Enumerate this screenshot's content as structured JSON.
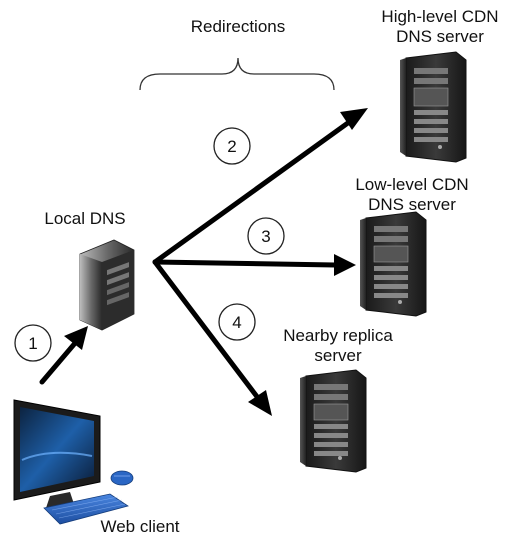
{
  "labels": {
    "redirections": "Redirections",
    "high_level_line1": "High-level CDN",
    "high_level_line2": "DNS server",
    "low_level_line1": "Low-level CDN",
    "low_level_line2": "DNS server",
    "local_dns": "Local DNS",
    "replica_line1": "Nearby replica",
    "replica_line2": "server",
    "web_client": "Web client"
  },
  "steps": [
    "1",
    "2",
    "3",
    "4"
  ],
  "icons": {
    "server": "server-tower-icon",
    "client": "desktop-computer-icon"
  },
  "colors": {
    "arrow": "#000000",
    "server_body": "#2b2b2b",
    "screen": "#1e5fa8",
    "keyboard": "#2a66c4"
  }
}
